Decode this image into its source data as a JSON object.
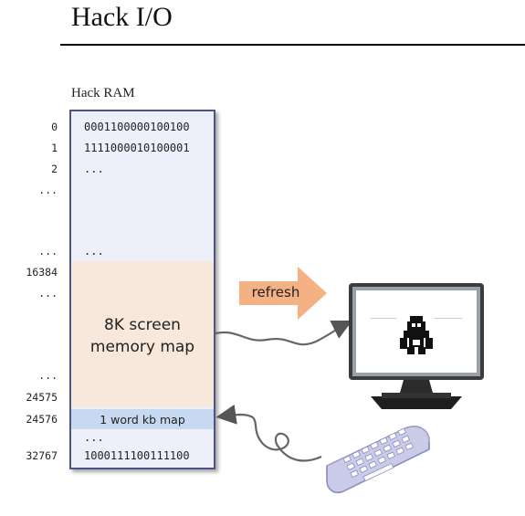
{
  "header": {
    "title": "Hack I/O"
  },
  "ram": {
    "caption": "Hack RAM",
    "rows": [
      {
        "addr": "0",
        "word": "0001100000100100"
      },
      {
        "addr": "1",
        "word": "1111000010100001"
      },
      {
        "addr": "2",
        "word": "..."
      },
      {
        "addr": "...",
        "word": ""
      },
      {
        "addr": "...",
        "word": "..."
      },
      {
        "addr": "16384",
        "word": ""
      },
      {
        "addr": "...",
        "word": ""
      },
      {
        "addr": "...",
        "word": ""
      },
      {
        "addr": "24575",
        "word": ""
      },
      {
        "addr": "24576",
        "word": ""
      },
      {
        "addr": "",
        "word": "..."
      },
      {
        "addr": "32767",
        "word": "1000111100111100"
      }
    ],
    "screen_map_line1": "8K screen",
    "screen_map_line2": "memory map",
    "kb_map_label": "1 word kb map"
  },
  "refresh_label": "refresh",
  "icons": {
    "monitor": "monitor-icon",
    "keyboard": "keyboard-icon"
  },
  "colors": {
    "ram_background": "#edf0fa",
    "screen_region": "#f8e7db",
    "kb_region": "#c6d9f1",
    "refresh_arrow": "#f4b183"
  }
}
